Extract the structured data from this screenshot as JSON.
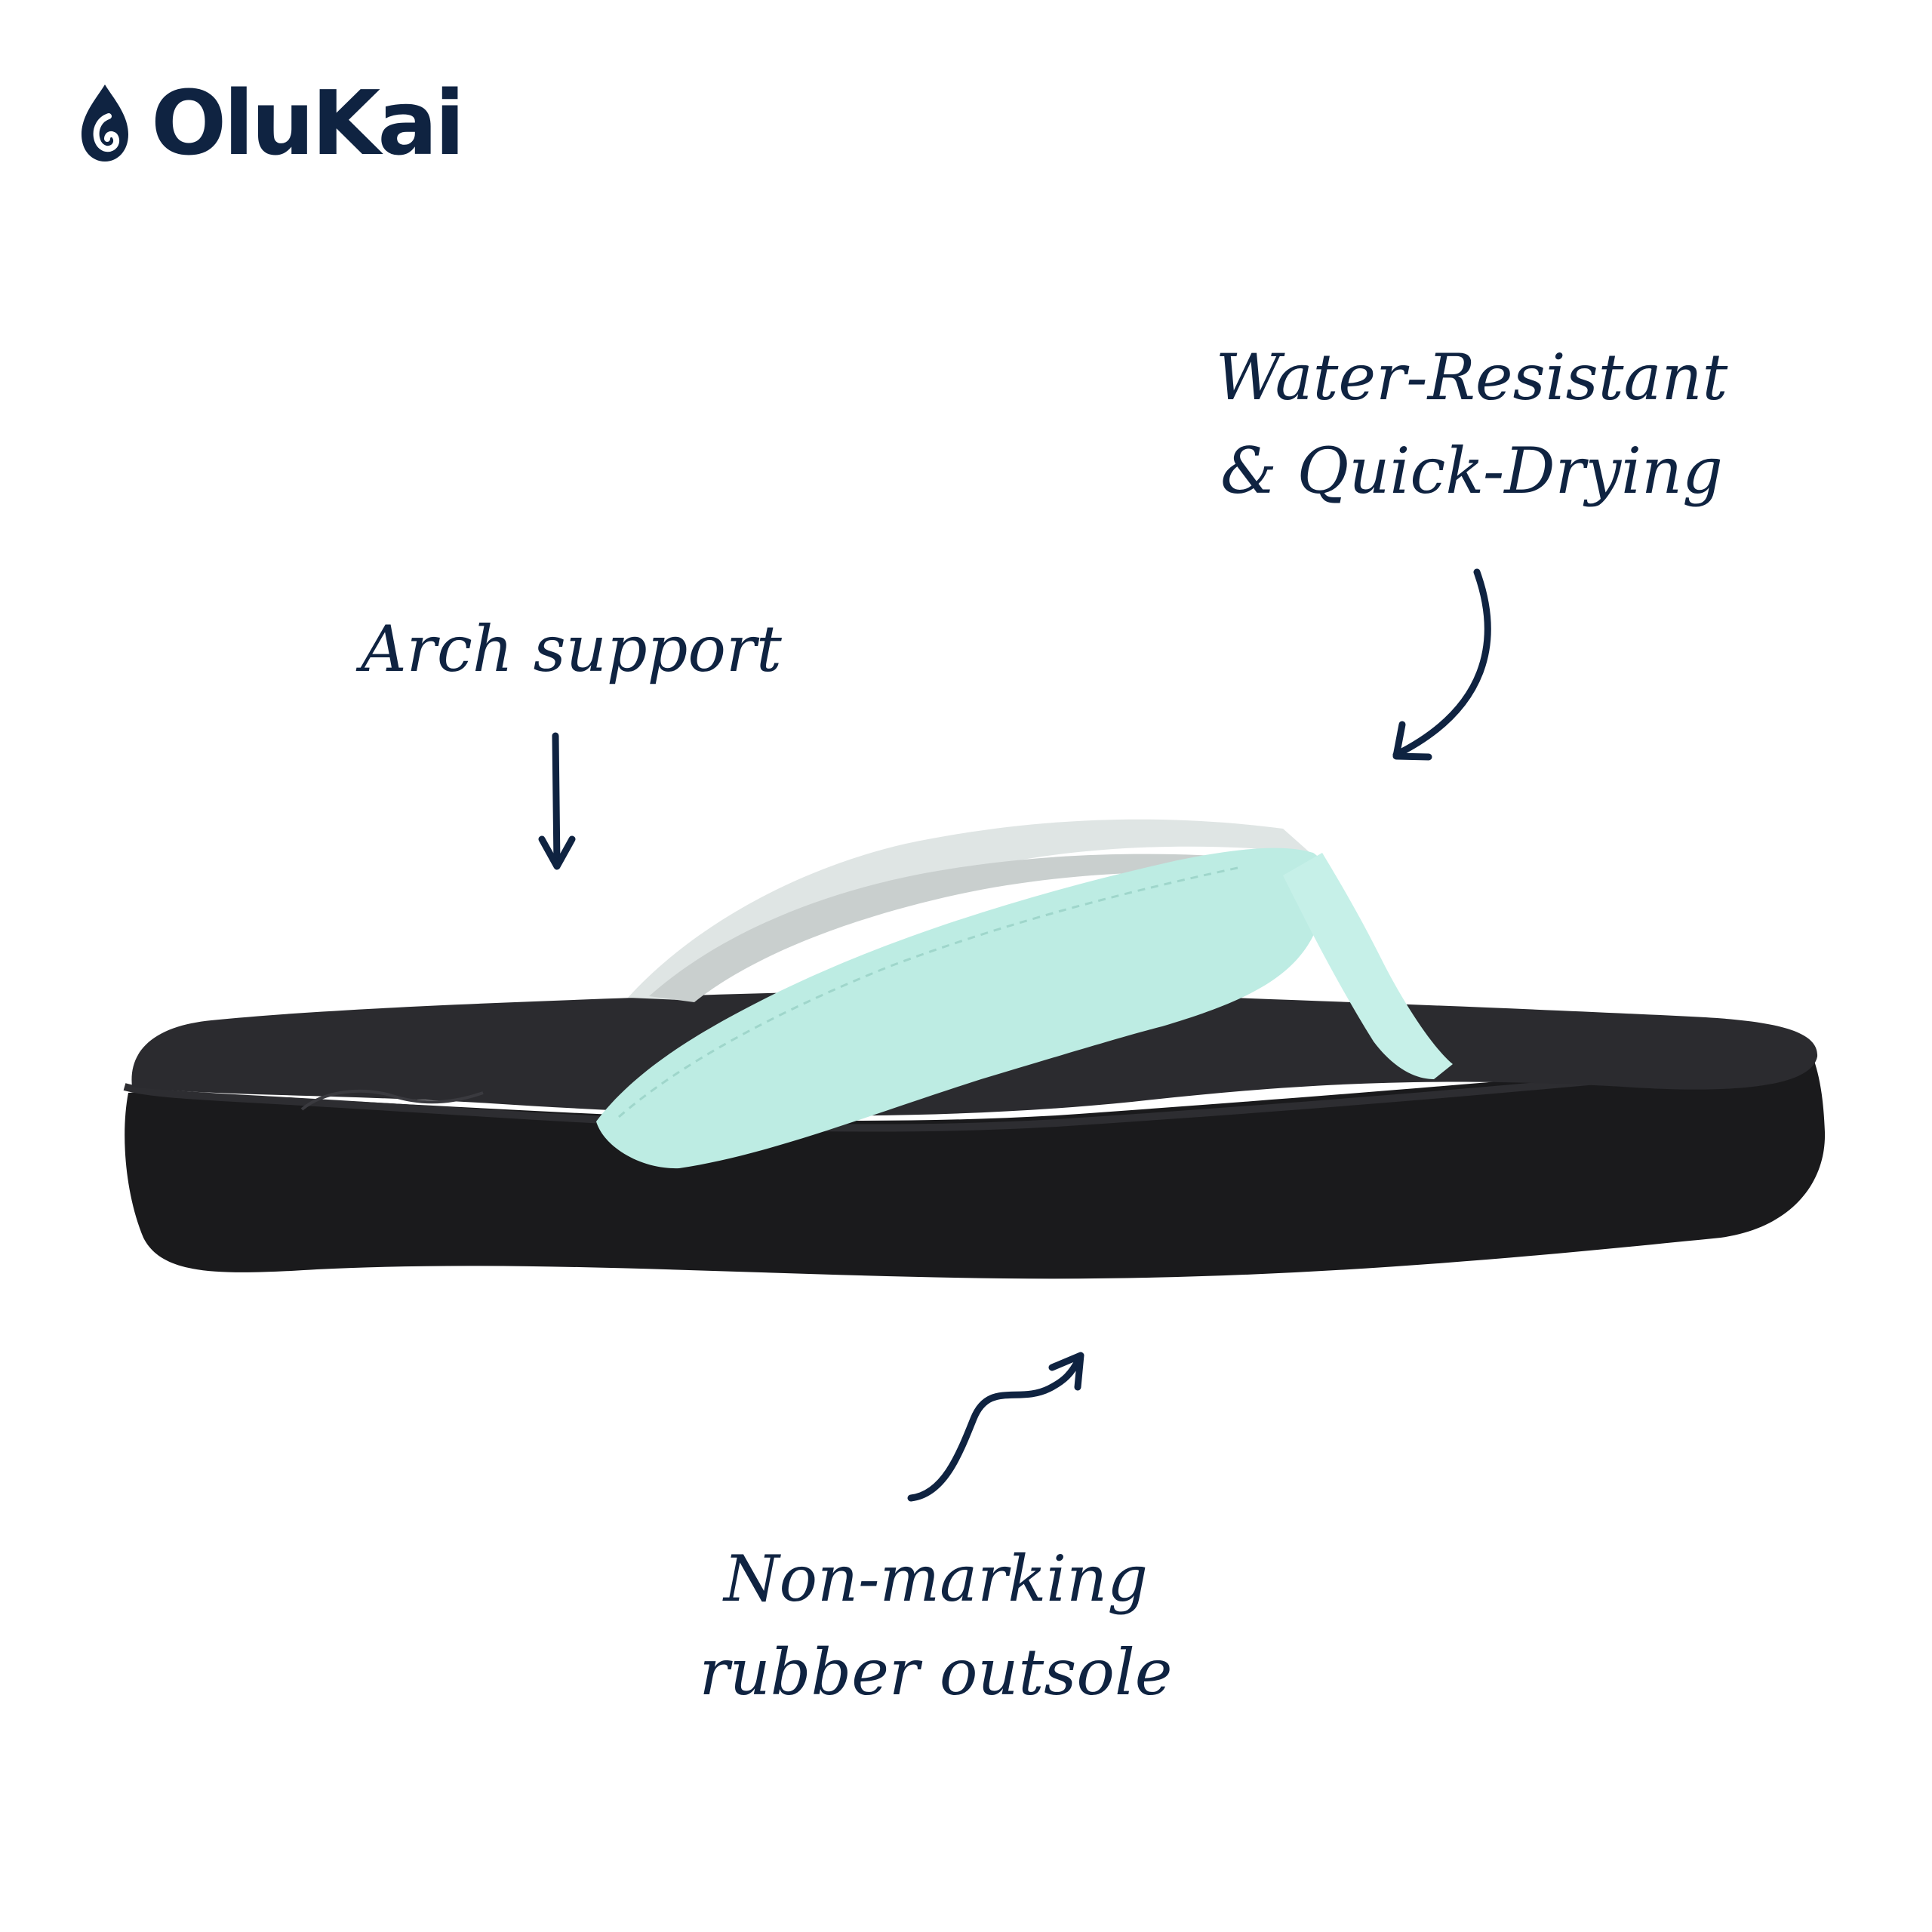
{
  "brand": {
    "name": "OluKai",
    "logo_icon": "drop-hook-icon",
    "color": "#0f2341"
  },
  "callouts": {
    "arch": "Arch support",
    "water": {
      "line1": "Water-Resistant",
      "line2": "& Quick-Drying"
    },
    "outsole": {
      "line1": "Non-marking",
      "line2": "rubber outsole"
    }
  },
  "product": {
    "type": "flip-flop sandal",
    "strap_color": "#bfeee6",
    "sole_color": "#1b1b1d"
  }
}
